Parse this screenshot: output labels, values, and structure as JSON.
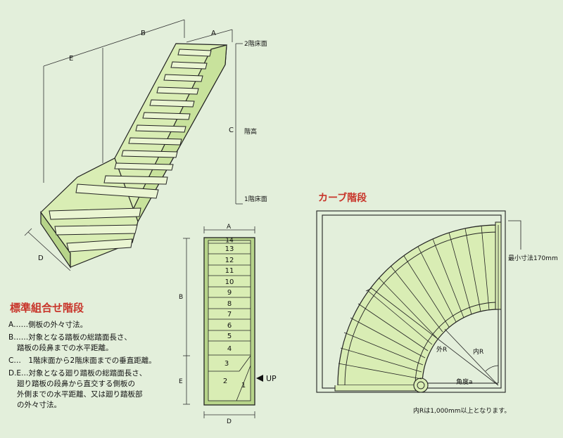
{
  "colors": {
    "background": "#E3EFDB",
    "stair_fill": "#D9EDB4",
    "stair_dark": "#B7D48A",
    "title_red": "#C8352A"
  },
  "standard_section": {
    "title": "標準組合せ階段",
    "definitions": [
      {
        "key": "A",
        "line1": "A……側板の外々寸法。"
      },
      {
        "key": "B",
        "line1": "B……対象となる踏板の総踏面長さ、",
        "line2": "踏板の段鼻までの水平距離。"
      },
      {
        "key": "C",
        "line1": "C…　1階床面から2階床面までの垂直距離。"
      },
      {
        "key": "DE",
        "line1": "D.E…対象となる廻り踏板の総踏面長さ、",
        "line2": "廻り踏板の段鼻から直交する側板の",
        "line3": "外側までの水平距離、又は廻り踏板部",
        "line4": "の外々寸法。"
      }
    ]
  },
  "iso_view": {
    "label_b": "B",
    "label_a": "A",
    "label_e": "E",
    "label_c": "C",
    "label_d": "D",
    "floor2": "2階床面",
    "floor_height": "階高",
    "floor1": "1階床面"
  },
  "plan_view": {
    "label_a": "A",
    "label_b": "B",
    "label_e": "E",
    "label_d": "D",
    "up_label": "UP",
    "step_numbers": [
      "14",
      "13",
      "12",
      "11",
      "10",
      "9",
      "8",
      "7",
      "6",
      "5",
      "4",
      "3",
      "2",
      "1"
    ]
  },
  "curve_section": {
    "title": "カーブ階段",
    "min_dim": "最小寸法170mm",
    "outer_r": "外R",
    "inner_r": "内R",
    "angle": "角度a",
    "note": "内Rは1,000mm以上となります。"
  }
}
